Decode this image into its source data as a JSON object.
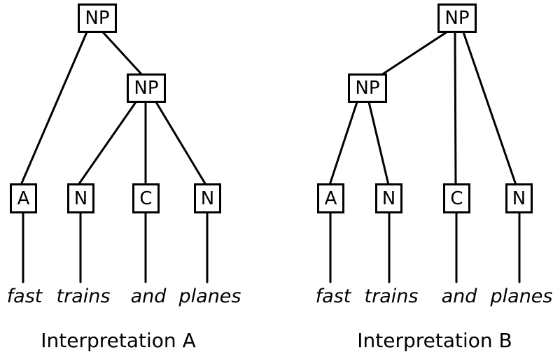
{
  "page": {
    "background_color": "#ffffff",
    "line_color": "#000000",
    "text_color": "#000000"
  },
  "trees": [
    {
      "id": "A",
      "caption": "Interpretation A",
      "root_label": "NP",
      "inner_label": "NP",
      "leaves": [
        "A",
        "N",
        "C",
        "N"
      ],
      "words": [
        "fast",
        "trains",
        "and",
        "planes"
      ],
      "bracketing": "[NP A [NP N C N]]"
    },
    {
      "id": "B",
      "caption": "Interpretation B",
      "root_label": "NP",
      "inner_label": "NP",
      "leaves": [
        "A",
        "N",
        "C",
        "N"
      ],
      "words": [
        "fast",
        "trains",
        "and",
        "planes"
      ],
      "bracketing": "[NP [NP A N] C N]"
    }
  ]
}
